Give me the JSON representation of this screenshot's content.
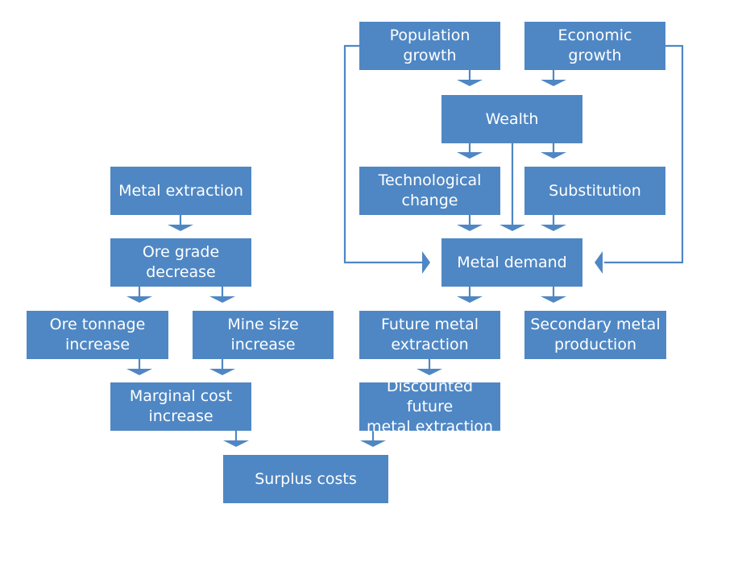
{
  "colors": {
    "box": "#4f87c4",
    "connector": "#4f87c4",
    "background": "#ffffff"
  },
  "nodes": {
    "population_growth": [
      "Population",
      "growth"
    ],
    "economic_growth": [
      "Economic",
      "growth"
    ],
    "wealth": [
      "Wealth"
    ],
    "technological_change": [
      "Technological",
      "change"
    ],
    "substitution": [
      "Substitution"
    ],
    "metal_demand": [
      "Metal demand"
    ],
    "metal_extraction": [
      "Metal extraction"
    ],
    "ore_grade_decrease": [
      "Ore grade",
      "decrease"
    ],
    "ore_tonnage_increase": [
      "Ore tonnage",
      "increase"
    ],
    "mine_size_increase": [
      "Mine size",
      "increase"
    ],
    "marginal_cost_increase": [
      "Marginal cost",
      "increase"
    ],
    "future_metal_extraction": [
      "Future metal",
      "extraction"
    ],
    "secondary_metal_production": [
      "Secondary metal",
      "production"
    ],
    "discounted_future_metal_extraction": [
      "Discounted future",
      "metal extraction"
    ],
    "surplus_costs": [
      "Surplus costs"
    ]
  }
}
